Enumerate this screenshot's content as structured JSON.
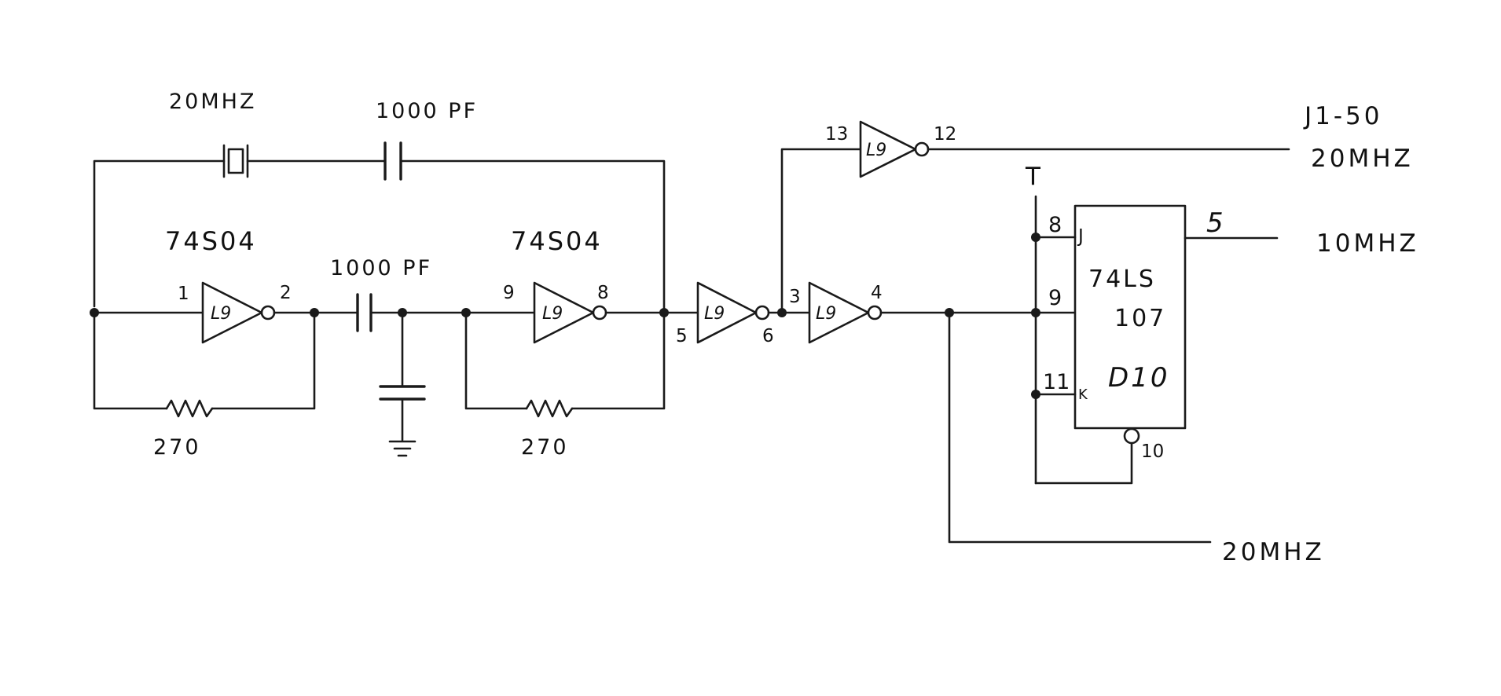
{
  "schematic": {
    "crystal": {
      "freq": "20MHZ"
    },
    "feedback_cap": {
      "value": "1000 PF"
    },
    "coupling_cap": {
      "value": "1000 PF"
    },
    "inverter1": {
      "part": "74S04",
      "ref": "L9",
      "pin_in": "1",
      "pin_out": "2"
    },
    "inverter2": {
      "part": "74S04",
      "ref": "L9",
      "pin_in": "9",
      "pin_out": "8"
    },
    "inverter3": {
      "ref": "L9",
      "pin_in": "5",
      "pin_out": "6"
    },
    "inverter4": {
      "ref": "L9",
      "pin_in": "3",
      "pin_out": "4"
    },
    "inverter5": {
      "ref": "L9",
      "pin_in": "13",
      "pin_out": "12"
    },
    "resistor1": {
      "value": "270"
    },
    "resistor2": {
      "value": "270"
    },
    "flipflop": {
      "part_line1": "74LS",
      "part_line2": "107",
      "ref": "D10",
      "pin_j": "8",
      "pin_clk": "9",
      "pin_k": "11",
      "pin_q": "5",
      "pin_clr": "10",
      "label_j": "J",
      "label_k": "K",
      "pullup": "T"
    },
    "outputs": {
      "connector": "J1-50",
      "out_top": "20MHZ",
      "out_mid": "10MHZ",
      "out_bottom": "20MHZ"
    }
  }
}
